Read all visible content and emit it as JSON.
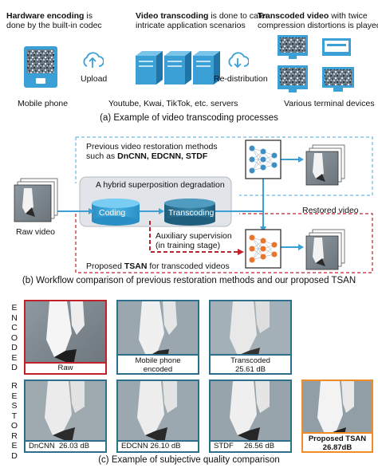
{
  "panel_a": {
    "top_left_bold": "Hardware encoding",
    "top_left_rest1": " is",
    "top_left_line2": "done by the built-in codec",
    "top_mid_bold": "Video transcoding",
    "top_mid_rest1": " is done to cater",
    "top_mid_line2": "intricate application scenarios",
    "top_right_bold": "Transcoded video",
    "top_right_rest1": " with twice",
    "top_right_line2": "compression distortions is played",
    "upload": "Upload",
    "redistribution": "Re-distribution",
    "mobile_phone": "Mobile phone",
    "servers": "Youtube, Kwai, TikTok, etc. servers",
    "terminals": "Various terminal devices",
    "caption": "(a) Example of video transcoding processes"
  },
  "panel_b": {
    "prev_line1": "Previous video restoration methods",
    "prev_line2_pre": "such as ",
    "prev_line2_bold": "DnCNN, EDCNN, STDF",
    "hybrid": "A hybrid superposition degradation",
    "coding": "Coding",
    "transcoding": "Transcoding",
    "raw_video": "Raw video",
    "restored_video": "Restored video",
    "aux_line1": "Auxiliary supervision",
    "aux_line2": "(in training stage)",
    "proposed_pre": "Proposed ",
    "proposed_bold": "TSAN",
    "proposed_post": " for transcoded videos",
    "caption": "(b) Workflow comparison of previous restoration methods and our proposed TSAN"
  },
  "panel_c": {
    "encoded_letters": [
      "E",
      "N",
      "C",
      "O",
      "D",
      "E",
      "D"
    ],
    "restored_letters": [
      "R",
      "E",
      "S",
      "T",
      "O",
      "R",
      "E",
      "D"
    ],
    "raw": "Raw",
    "mobile_l1": "Mobile phone",
    "mobile_l2": "encoded",
    "trans_l1": "Transcoded",
    "trans_l2": "25.61 dB",
    "dncnn": "DnCNN",
    "dncnn_val": "26.03 dB",
    "edcnn": "EDCNN",
    "edcnn_val": "26.10 dB",
    "stdf": "STDF",
    "stdf_val": "26.56 dB",
    "prop_l1": "Proposed TSAN",
    "prop_l2": "26.87dB",
    "caption": "(c) Example of subjective quality comparison"
  },
  "colors": {
    "blue": "#3aa0d6",
    "gray_box": "#e1e4e8",
    "dark_red": "#c0222a",
    "teal": "#2e6f8e",
    "orange": "#f08c28",
    "node_orange": "#e9742b",
    "node_blue": "#3f8fc4"
  }
}
